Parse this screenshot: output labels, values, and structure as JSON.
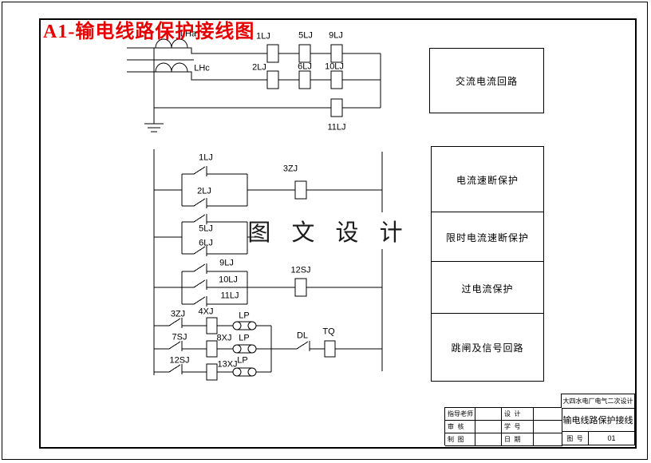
{
  "frame": {
    "title": "A1-输电线路保护接线图",
    "title_color": "#e60000"
  },
  "watermark": "图 文 设 计",
  "top": {
    "ct_a": "LHa",
    "ct_c": "LHc",
    "coils": [
      "1LJ",
      "5LJ",
      "9LJ",
      "2LJ",
      "6LJ",
      "10LJ",
      "11LJ"
    ]
  },
  "logic": {
    "row1_contacts": [
      "1LJ",
      "2LJ"
    ],
    "row1_coil": "3ZJ",
    "row2_contacts": [
      "5LJ",
      "6LJ"
    ],
    "row3_contacts": [
      "9LJ",
      "10LJ",
      "11LJ"
    ],
    "row3_coil": "12SJ",
    "trip": [
      {
        "contact": "3ZJ",
        "coil": "4XJ",
        "link": "LP"
      },
      {
        "contact": "7SJ",
        "coil": "8XJ",
        "link": "LP"
      },
      {
        "contact": "12SJ",
        "coil": "13XJ",
        "link": "LP"
      }
    ],
    "breaker": "DL",
    "trip_coil": "TQ"
  },
  "legend_boxes": [
    "交流电流回路",
    "电流速断保护",
    "限时电流速断保护",
    "过电流保护",
    "跳闸及信号回路"
  ],
  "title_block": {
    "project": "大四水电厂电气二次设计",
    "drawing_title": "输电线路保护接线",
    "left_rows": [
      "指导老师",
      "审  核",
      "制  图"
    ],
    "mid_rows": [
      "设  计",
      "学  号",
      "日  期"
    ],
    "number_label": "图  号",
    "number_value": "01"
  }
}
